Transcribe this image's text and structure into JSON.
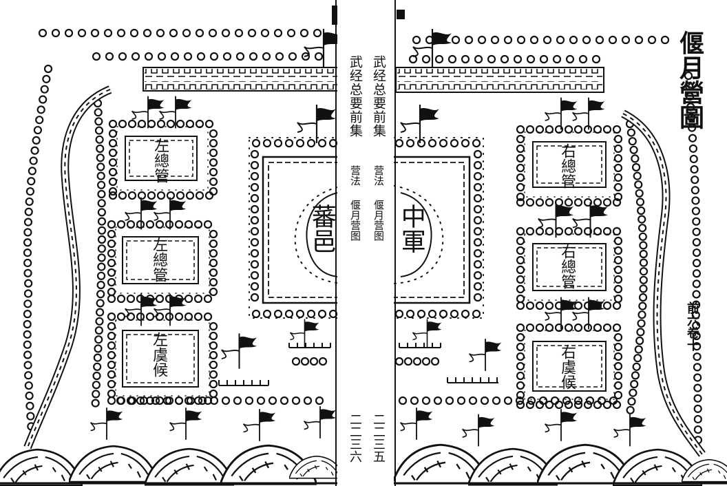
{
  "left_page": {
    "header": "武经总要前集",
    "section": "营法",
    "diagram_name": "偃月营图",
    "page_number": "二二三六",
    "camps": [
      "左總管",
      "左總管",
      "左虞候"
    ],
    "center": "蕃邑"
  },
  "right_page": {
    "header": "武经总要前集",
    "section": "营法",
    "diagram_name": "偃月营图",
    "page_number": "二二三五",
    "title": "偃月營圖",
    "volume": "前六卷十",
    "camps": [
      "右總管",
      "右總管",
      "右虞候"
    ],
    "center": "中軍"
  }
}
